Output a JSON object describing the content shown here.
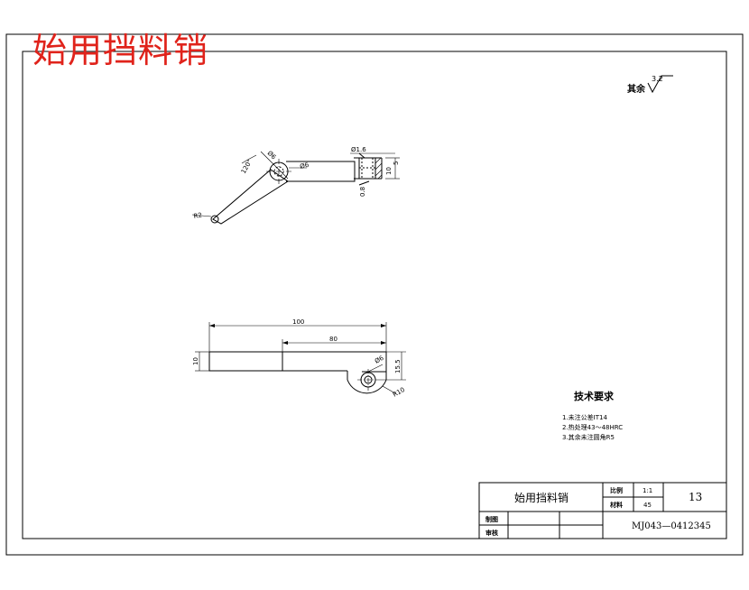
{
  "overlay_title": "始用挡料销",
  "surface_finish": {
    "label": "其余",
    "value": "3.2"
  },
  "top_view": {
    "dim_slot_width": "Ø1.6",
    "dim_chamfer": "0.8",
    "dim_height": "10",
    "dim_thickness": "5",
    "dim_hole": "Ø6",
    "dim_hole_b": "Ø6",
    "dim_angle": "120°",
    "dim_tip": "R2"
  },
  "front_view": {
    "dim_overall": "100",
    "dim_partial": "80",
    "dim_height": "10",
    "dim_offset": "15.5",
    "dim_hole": "Ø6",
    "dim_radius": "R10"
  },
  "technical_requirements": {
    "heading": "技术要求",
    "items": [
      "1.未注公差IT14",
      "2.热处理43～48HRC",
      "3.其余未注圆角R5"
    ]
  },
  "title_block": {
    "part_name": "始用挡料销",
    "scale_label": "比例",
    "scale_value": "1:1",
    "material_label": "材料",
    "material_value": "45",
    "sheet_number": "13",
    "drawing_number": "MJ043—0412345",
    "drawn_by_label": "制图",
    "checked_by_label": "审核"
  }
}
